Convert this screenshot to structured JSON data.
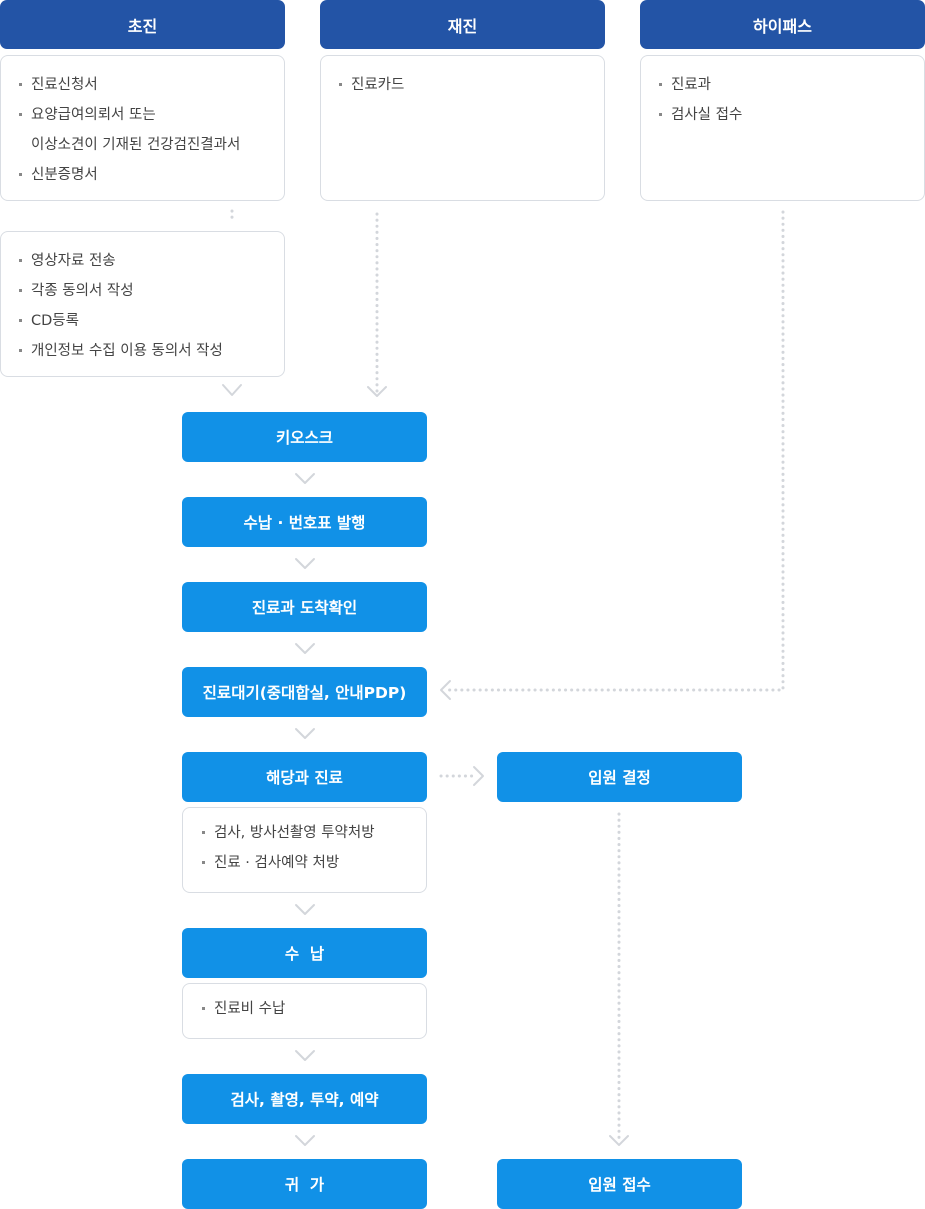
{
  "headers": {
    "first_visit": "초진",
    "revisit": "재진",
    "hipass": "하이패스"
  },
  "first_visit_docs": {
    "items": [
      "진료신청서",
      "요양급여의뢰서 또는",
      "신분증명서"
    ],
    "item_continuation": "이상소견이 기재된 건강검진결과서"
  },
  "first_visit_extra": {
    "items": [
      "영상자료 전송",
      "각종 동의서 작성",
      "CD등록",
      "개인정보 수집 이용 동의서 작성"
    ]
  },
  "revisit_docs": {
    "items": [
      "진료카드"
    ]
  },
  "hipass_docs": {
    "items": [
      "진료과",
      "검사실 접수"
    ]
  },
  "steps": {
    "kiosk": "키오스크",
    "payment_ticket": "수납 · 번호표 발행",
    "arrival_check": "진료과 도착확인",
    "waiting": "진료대기(중대합실, 안내PDP)",
    "consultation": "해당과 진료",
    "admission_decision": "입원 결정",
    "payment": "수  납",
    "exam": "검사, 촬영, 투약, 예약",
    "return_home": "귀  가",
    "admission_reception": "입원 접수"
  },
  "consultation_details": {
    "items": [
      "검사, 방사선촬영 투약처방",
      "진료 · 검사예약 처방"
    ]
  },
  "payment_details": {
    "items": [
      "진료비 수납"
    ]
  },
  "colors": {
    "header": "#2354a6",
    "step": "#1191e7",
    "connector": "#d3d6db"
  }
}
